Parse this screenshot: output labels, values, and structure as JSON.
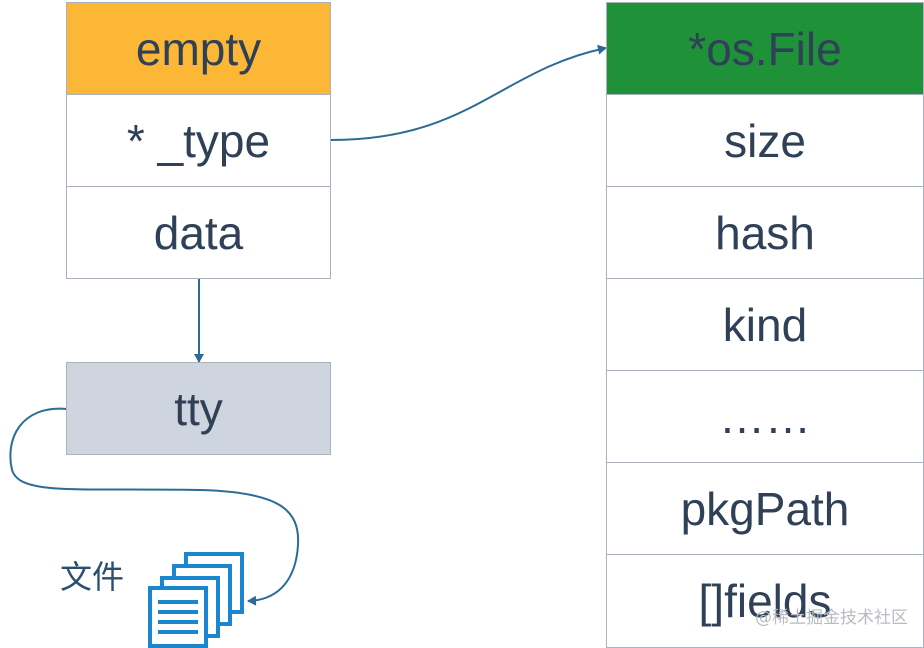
{
  "left_struct": {
    "header": "empty",
    "fields": [
      "* _type",
      "data"
    ]
  },
  "tty_box": {
    "label": "tty"
  },
  "file_icon": {
    "label": "文件",
    "icon": "document-stack-icon"
  },
  "right_struct": {
    "header": "*os.File",
    "fields": [
      "size",
      "hash",
      "kind",
      "……",
      "pkgPath",
      "[]fields"
    ]
  },
  "watermark": "@稀土掘金技术社区",
  "colors": {
    "empty_header": "#fbb735",
    "os_file_header": "#1f9139",
    "tty_fill": "#cfd5de",
    "arrow": "#2a6c96",
    "icon": "#1a86cf",
    "cell_text": "#2f4057"
  }
}
